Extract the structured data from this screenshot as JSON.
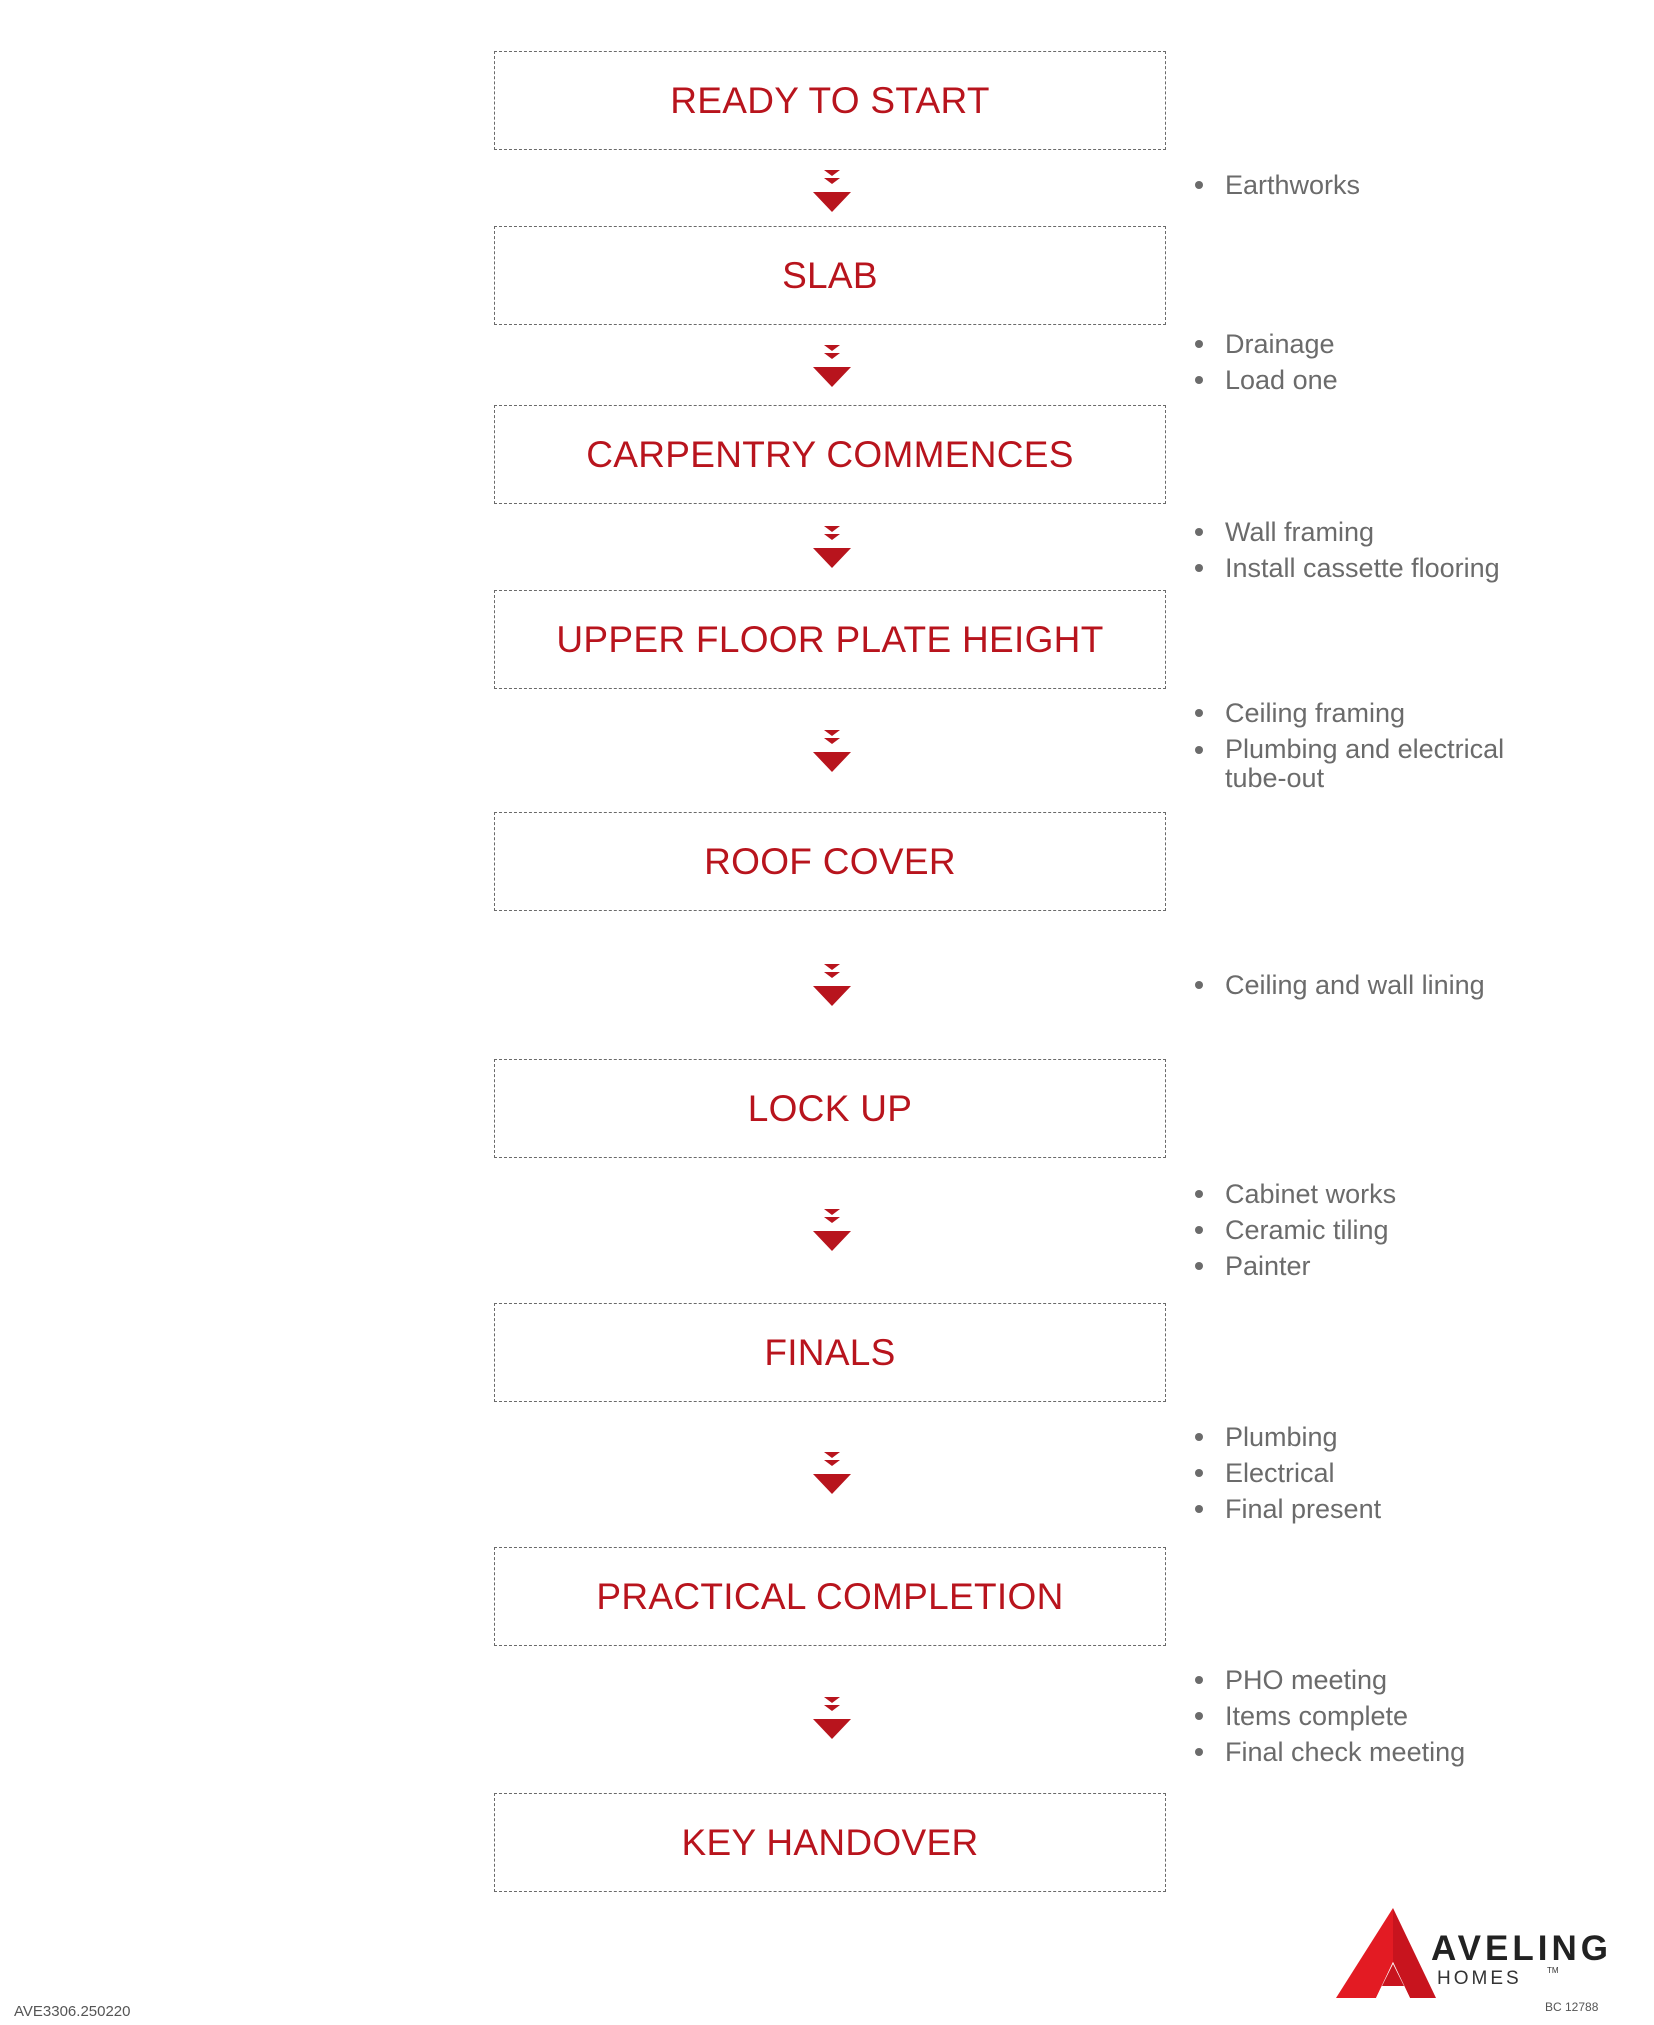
{
  "stages": [
    "READY TO START",
    "SLAB",
    "CARPENTRY COMMENCES",
    "UPPER FLOOR PLATE HEIGHT",
    "ROOF COVER",
    "LOCK UP",
    "FINALS",
    "PRACTICAL COMPLETION",
    "KEY HANDOVER"
  ],
  "tasks": [
    [
      "Earthworks"
    ],
    [
      "Drainage",
      "Load one"
    ],
    [
      "Wall framing",
      "Install cassette flooring"
    ],
    [
      "Ceiling framing",
      "Plumbing and electrical tube-out"
    ],
    [
      "Ceiling and wall lining"
    ],
    [
      "Cabinet works",
      "Ceramic tiling",
      "Painter"
    ],
    [
      "Plumbing",
      "Electrical",
      "Final present"
    ],
    [
      "PHO meeting",
      "Items complete",
      "Final check meeting"
    ]
  ],
  "footer": {
    "document_code": "AVE3306.250220",
    "brand_name": "AVELING",
    "brand_sub": "HOMES",
    "trademark": "TM",
    "license": "BC 12788"
  },
  "colors": {
    "accent": "#b8141d",
    "text_muted": "#6b6b6b",
    "border": "#6a6a6a"
  },
  "icons": {
    "connector": "chevron-down-arrow-icon",
    "logo": "aveling-a-logo-icon"
  }
}
